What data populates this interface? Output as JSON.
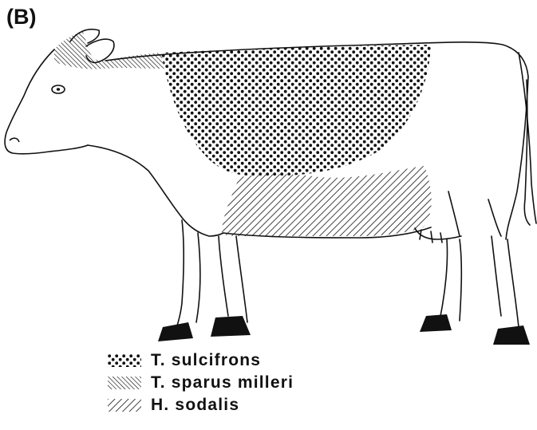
{
  "figure": {
    "panel_label": "(B)"
  },
  "legend": [
    {
      "pattern": "stipple",
      "label": "T. sulcifrons"
    },
    {
      "pattern": "fine-hatch",
      "label": "T. sparus milleri"
    },
    {
      "pattern": "coarse-hatch",
      "label": "H. sodalis"
    }
  ],
  "colors": {
    "ink": "#111111",
    "background": "#ffffff"
  }
}
